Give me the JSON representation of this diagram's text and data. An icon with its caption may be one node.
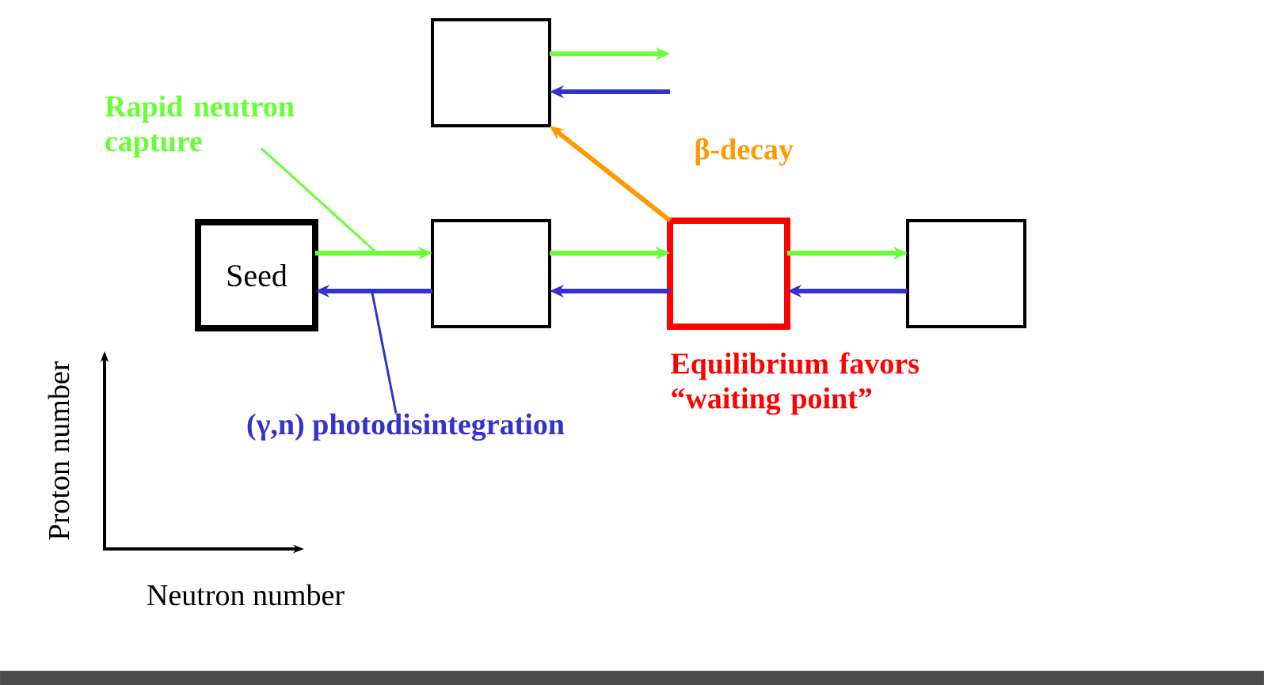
{
  "diagram": {
    "nodes": [
      {
        "text": [
          "Seed"
        ]
      },
      {
        "text": [],
        "shape": "box"
      },
      {
        "text": [],
        "shape": "box",
        "beside": [
          "Equilibrium favors “waiting point”"
        ]
      },
      {
        "text": [],
        "shape": "box"
      },
      {
        "text": [],
        "shape": "box"
      },
      {
        "text": [
          "Rapid neutron capture"
        ]
      },
      {
        "text": [
          "(γ,n) photodisintegration"
        ]
      }
    ],
    "edges": [
      {
        "from": 0,
        "to": 1,
        "arrow": "to",
        "color": "#66ff33"
      },
      {
        "from": 1,
        "to": 0,
        "arrow": "to",
        "color": "#3333cc"
      },
      {
        "from": 1,
        "to": 2,
        "arrow": "to",
        "color": "#66ff33"
      },
      {
        "from": 2,
        "to": 1,
        "arrow": "to",
        "color": "#3333cc"
      },
      {
        "from": 2,
        "to": 3,
        "arrow": "to",
        "color": "#66ff33"
      },
      {
        "from": 3,
        "to": 2,
        "arrow": "to",
        "color": "#3333cc"
      },
      {
        "from": 2,
        "to": 4,
        "arrow": "to",
        "color": "#ff9900",
        "label": "β-decay"
      },
      {
        "from": 4,
        "to": null,
        "arrow": "to",
        "color": "#66ff33"
      },
      {
        "from": null,
        "to": 4,
        "arrow": "to",
        "color": "#3333cc"
      },
      {
        "from": 5,
        "to": null,
        "arrow": "none",
        "color": "#66ff33"
      },
      {
        "from": 6,
        "to": null,
        "arrow": "none",
        "color": "#3333cc"
      }
    ],
    "labels": [
      "Proton number",
      "Neutron number"
    ]
  }
}
